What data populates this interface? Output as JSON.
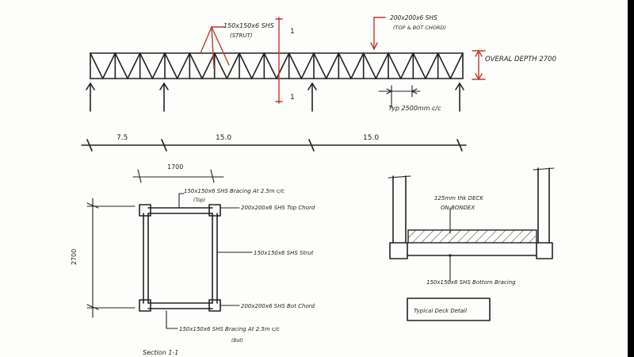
{
  "elevation": {
    "member_labels": {
      "strut": "150x150x6 SHS",
      "strut_sub": "(STRUT)",
      "chord": "200x200x6 SHS",
      "chord_sub": "(TOP & BOT CHORD)",
      "section_mark_1": "1",
      "section_mark_2": "1"
    },
    "overall_depth": "OVERAL DEPTH  2700",
    "panel_spacing": "Typ 2500mm c/c",
    "spans": [
      "7.5",
      "15.0",
      "15.0"
    ]
  },
  "section": {
    "width": "1700",
    "height": "2700",
    "labels": {
      "top_bracing": "150x150x6 SHS Bracing At 2.5m c/c",
      "top_bracing_sub": "(Top)",
      "top_chord": "200x200x6 SHS Top Chord",
      "strut": "150x150x6 SHS Strut",
      "bot_chord": "200x200x6 SHS Bot Chord",
      "bot_bracing": "150x150x6 SHS Bracing At 2.5m c/c",
      "bot_bracing_sub": "(Bot)"
    },
    "title": "Section 1-1"
  },
  "deck": {
    "deck_label": "125mm thk DECK",
    "deck_label_2": "ON BONDEX",
    "bracing_label": "150x150x6 SHS Bottom Bracing",
    "title": "Typical Deck Detail"
  },
  "colors": {
    "paper": "#fdfdfb",
    "ink": "#222222",
    "accent": "#c0392b"
  }
}
